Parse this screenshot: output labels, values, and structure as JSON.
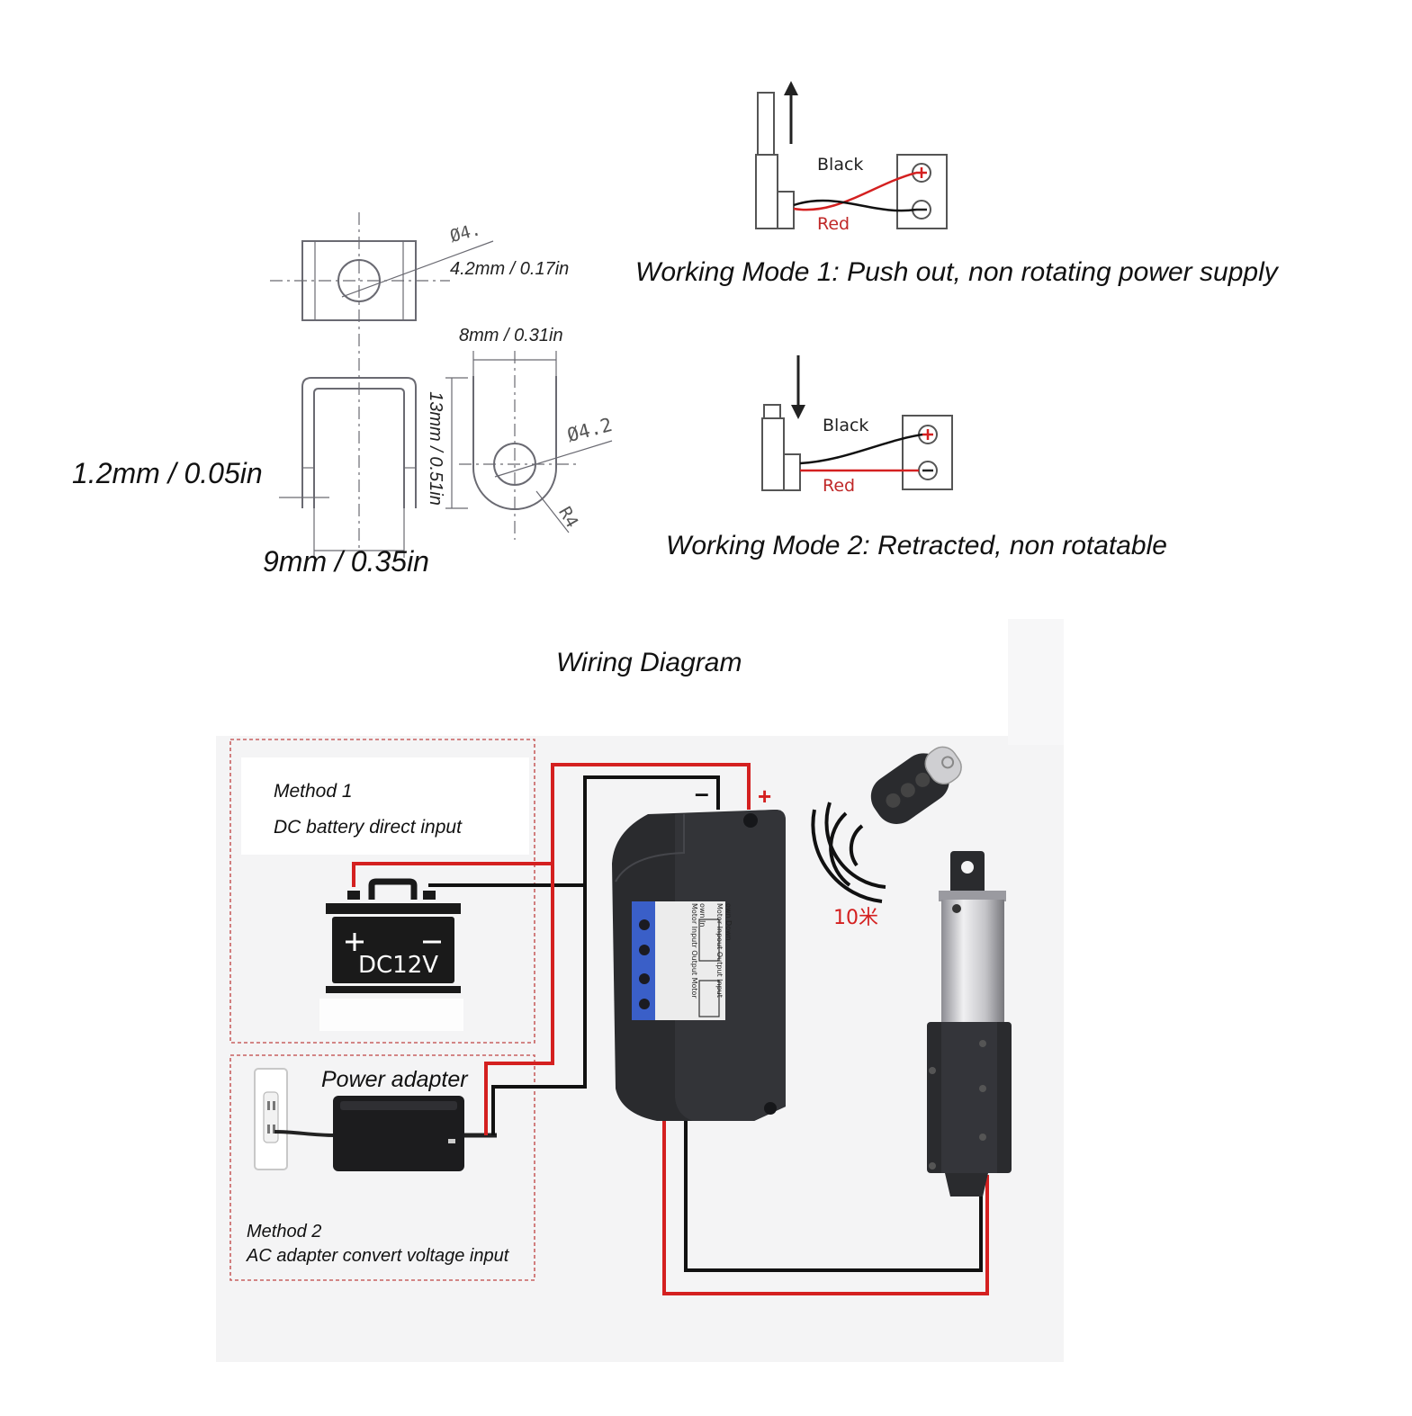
{
  "bracket": {
    "hole_top_label": "Ø4.",
    "hole_dim": "4.2mm / 0.17in",
    "width_dim": "8mm / 0.31in",
    "height_dim": "13mm / 0.51in",
    "hole_bottom_label": "Ø4.2",
    "radius_label": "R4",
    "thickness_dim": "1.2mm / 0.05in",
    "inner_width_dim": "9mm / 0.35in"
  },
  "mode1": {
    "title": "Working Mode 1: Push out, non rotating power supply",
    "black_label": "Black",
    "red_label": "Red"
  },
  "mode2": {
    "title": "Working Mode 2: Retracted, non rotatable",
    "black_label": "Black",
    "red_label": "Red"
  },
  "wiring": {
    "title": "Wiring Diagram",
    "method1_title": "Method 1",
    "method1_desc": "DC battery direct input",
    "battery_label": "DC12V",
    "adapter_label": "Power adapter",
    "method2_title": "Method 2",
    "method2_desc": "AC adapter convert voltage input",
    "range_label": "10米",
    "minus_label": "–",
    "plus_label": "+",
    "controller_text": [
      "own Down",
      "Motor",
      "Inpout",
      "Output",
      "Input",
      "own In",
      "Motor",
      "Inputr",
      "Output",
      "Motor"
    ]
  },
  "colors": {
    "red_wire": "#d42020",
    "black_wire": "#111111",
    "line_art": "#6a6a72",
    "device_dark": "#2a2b2e",
    "label_blue": "#3a5fc8"
  }
}
